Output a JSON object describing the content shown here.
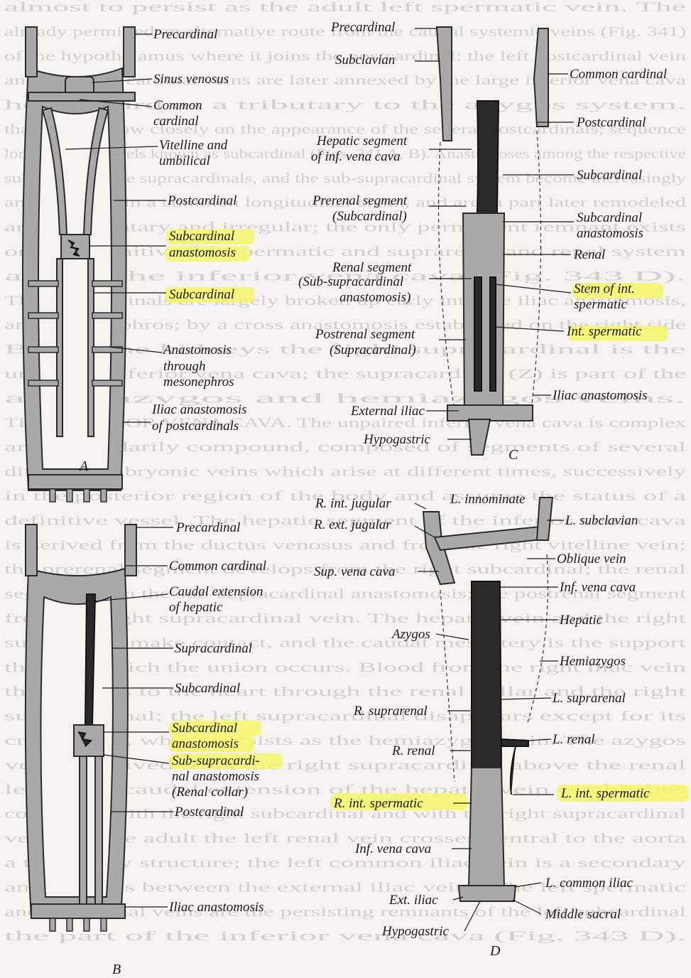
{
  "background_text": [
    "almost to persist as the adult left spermatic vein. The",
    "already permitted an alternative route from the caudal systemic veins (Fig. 341)",
    "of the hypothalamus where it joins the postcardinal: the left postcardinal vein",
    "and common cardinal veins are later annexed by the large inferior vena cava",
    "heart-ward as a tributary to the azygos system.",
    "that veins follow closely on the appearance of the several postcardinals; sequence",
    "longitudinal vessels known as subcardinal (Figs. 341 A, B). Anastomoses among the respective",
    "subcardinals, the supracardinals, and the sub-supracardinal system become increasingly",
    "anastomosed in a common longitudinal chain, and are in part later remodeled",
    "are fragmentary and irregular; the only permanent remnant exists",
    "on the definitive left spermatic and suprarenal and renal system",
    "and of the inferior vena cava (Fig. 343 D).",
    "The postcardinals are largely broken up early into the iliac anastomosis,",
    "and mesonephros; by a cross anastomosis established on the right side",
    "Below the kidneys the right supracardinal is the",
    "unpaired inferior vena cava; the supracardinal (Z) is part of the",
    "adult azygos and hemiazygos veins.",
    "THE INFERIOR VENA CAVA. The unpaired inferior vena cava is complex",
    "and secondarily compound, composed of segments of several",
    "different embryonic veins which arise at different times, successively",
    "in the posterior region of the body and assume the status of a",
    "definitive vessel. The hepatic segment of the inferior vena cava",
    "is derived from the ductus venosus and from the right vitelline vein;",
    "the prerenal segment develops from the right subcardinal; the renal",
    "segment from the sub-supracardinal anastomosis; the postrenal segment",
    "from the right supracardinal vein. The hepatic vein and the right",
    "subcardinal make contact, and the caudal mesentery is the support",
    "through which the union occurs. Blood from the right iliac vein",
    "then passes to the heart through the renal collar and the right",
    "supracardinal; the left supracardinal disappears except for its",
    "cranial part, which persists as the hemiazygos vein. The azygos",
    "vein is derived from the right supracardinal above the renal",
    "level; the caudal extension of the hepatic vein establishes",
    "continuity with the right subcardinal and with the right supracardinal",
    "veins. In the adult the left renal vein crosses ventral to the aorta",
    "a temporary structure; the left common iliac vein is a secondary",
    "anastomosis between the external iliac veins. The left spermatic",
    "and suprarenal veins are the persisting remnants of the left subcardinal",
    "the part of the inferior vena cava (Fig. 343 D)."
  ],
  "panels": {
    "A": {
      "caption": "A",
      "labels": {
        "precardinal": "Precardinal",
        "sinus_venosus": "Sinus venosus",
        "common_cardinal": [
          "Common",
          "cardinal"
        ],
        "vitelline_umbilical": [
          "Vitelline and",
          "umbilical"
        ],
        "postcardinal": "Postcardinal",
        "subcardinal_anastomosis": [
          "Subcardinal",
          "anastomosis"
        ],
        "subcardinal": "Subcardinal",
        "anastomosis_mesonephros": [
          "Anastomosis",
          "through",
          "mesonephros"
        ],
        "iliac_anastomosis": [
          "Iliac anastomosis",
          "of postcardinals"
        ]
      }
    },
    "B": {
      "caption": "B",
      "labels": {
        "precardinal": "Precardinal",
        "common_cardinal": "Common cardinal",
        "caudal_extension_hepatic": [
          "Caudal extension",
          "of hepatic"
        ],
        "supracardinal": "Supracardinal",
        "subcardinal": "Subcardinal",
        "subcardinal_anastomosis": [
          "Subcardinal",
          "anastomosis"
        ],
        "sub_supracardinal": [
          "Sub-supracardi-",
          "nal anastomosis",
          "(Renal collar)"
        ],
        "postcardinal": "Postcardinal",
        "iliac_anastomosis": "Iliac anastomosis"
      }
    },
    "C": {
      "caption": "C",
      "labels": {
        "precardinal": "Precardinal",
        "subclavian": "Subclavian",
        "common_cardinal": "Common cardinal",
        "postcardinal": "Postcardinal",
        "hepatic_segment": [
          "Hepatic segment",
          "of inf. vena cava"
        ],
        "subcardinal": "Subcardinal",
        "prerenal_segment": [
          "Prerenal segment",
          "(Subcardinal)"
        ],
        "subcardinal_anastomosis": [
          "Subcardinal",
          "anastomosis"
        ],
        "renal": "Renal",
        "renal_segment": [
          "Renal segment",
          "(Sub-supracardinal",
          "anastomosis)"
        ],
        "stem_int_spermatic": [
          "Stem of int.",
          "spermatic"
        ],
        "int_spermatic": "Int. spermatic",
        "postrenal_segment": [
          "Postrenal segment",
          "(Supracardinal)"
        ],
        "iliac_anastomosis": "Iliac anastomosis",
        "external_iliac": "External iliac",
        "hypogastric": "Hypogastric"
      }
    },
    "D": {
      "caption": "D",
      "labels": {
        "r_int_jugular": "R. int. jugular",
        "l_innominate": "L. innominate",
        "r_ext_jugular": "R. ext. jugular",
        "l_subclavian": "L. subclavian",
        "oblique_vein": "Oblique vein",
        "sup_vena_cava": "Sup. vena cava",
        "inf_vena_cava_top": "Inf. vena cava",
        "hepatic": "Hepatic",
        "azygos": "Azygos",
        "hemiazygos": "Hemiazygos",
        "l_suprarenal": "L. suprarenal",
        "r_suprarenal": "R. suprarenal",
        "l_renal": "L. renal",
        "r_renal": "R. renal",
        "r_int_spermatic": "R. int. spermatic",
        "l_int_spermatic": "L. int. spermatic",
        "inf_vena_cava": "Inf. vena cava",
        "l_common_iliac": "L. common iliac",
        "ext_iliac": "Ext. iliac",
        "middle_sacral": "Middle sacral",
        "hypogastric": "Hypogastric"
      }
    }
  },
  "colors": {
    "paper": "#f4f3ef",
    "vein": "#a9a9a9",
    "dark_vein": "#2a2a2a",
    "highlight": "#f6f56a",
    "ink": "#1a1a1a"
  }
}
